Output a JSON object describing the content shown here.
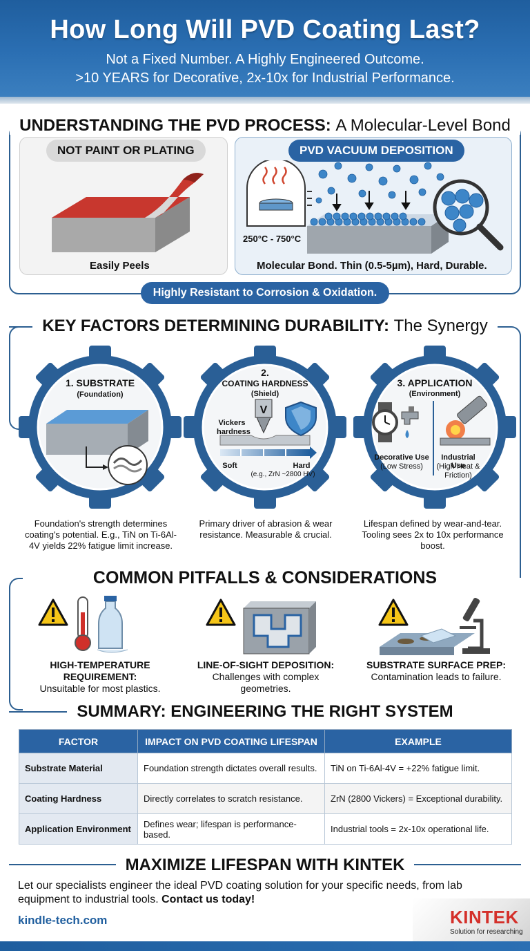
{
  "header": {
    "title": "How Long Will PVD Coating Last?",
    "subtitle_1": "Not a Fixed Number. A Highly Engineered Outcome.",
    "subtitle_2": ">10 YEARS for Decorative, 2x-10x for Industrial Performance."
  },
  "process": {
    "title_bold": "UNDERSTANDING THE PVD PROCESS:",
    "title_light": "A Molecular-Level Bond",
    "left_label": "NOT PAINT OR PLATING",
    "left_caption": "Easily Peels",
    "right_label": "PVD VACUUM DEPOSITION",
    "temperature": "250°C - 750°C",
    "right_caption": "Molecular Bond. Thin (0.5-5µm), Hard, Durable.",
    "banner": "Highly Resistant to Corrosion & Oxidation."
  },
  "factors": {
    "title_bold": "KEY FACTORS DETERMINING DURABILITY:",
    "title_light": "The Synergy",
    "items": [
      {
        "label": "1. SUBSTRATE",
        "sub": "(Foundation)",
        "description": "Foundation's strength determines coating's potential. E.g., TiN on Ti-6Al-4V yields 22% fatigue limit increase."
      },
      {
        "label_num": "2.",
        "label": "COATING HARDNESS",
        "sub": "(Shield)",
        "vickers": "Vickers hardness",
        "soft": "Soft",
        "hard": "Hard",
        "example": "(e.g., ZrN ~2800 HV)",
        "description": "Primary driver of abrasion & wear resistance. Measurable & crucial."
      },
      {
        "label": "3. APPLICATION",
        "sub": "(Environment)",
        "decorative": "Decorative Use",
        "decorative_sub": "(Low Stress)",
        "industrial": "Industrial Use",
        "industrial_sub": "(High Heat & Friction)",
        "description": "Lifespan defined by wear-and-tear. Tooling sees 2x to 10x performance boost."
      }
    ]
  },
  "pitfalls": {
    "title": "COMMON PITFALLS & CONSIDERATIONS",
    "items": [
      {
        "title": "HIGH-TEMPERATURE REQUIREMENT:",
        "text": "Unsuitable for most plastics."
      },
      {
        "title": "LINE-OF-SIGHT DEPOSITION:",
        "text": "Challenges with complex geometries."
      },
      {
        "title": "SUBSTRATE SURFACE PREP:",
        "text": "Contamination leads to failure."
      }
    ]
  },
  "summary": {
    "title": "SUMMARY: ENGINEERING THE RIGHT SYSTEM",
    "headers": [
      "FACTOR",
      "IMPACT ON PVD COATING LIFESPAN",
      "EXAMPLE"
    ],
    "rows": [
      [
        "Substrate Material",
        "Foundation strength dictates overall results.",
        "TiN on Ti-6Al-4V = +22% fatigue limit."
      ],
      [
        "Coating Hardness",
        "Directly correlates to scratch resistance.",
        "ZrN (2800 Vickers) = Exceptional durability."
      ],
      [
        "Application Environment",
        "Defines wear; lifespan is performance-based.",
        "Industrial tools = 2x-10x operational life."
      ]
    ]
  },
  "cta": {
    "title": "MAXIMIZE LIFESPAN WITH KINTEK",
    "text": "Let our specialists engineer the ideal PVD coating solution for your specific needs, from lab equipment to industrial tools.",
    "bold": "Contact us today!",
    "site": "kindle-tech.com",
    "logo": "KINTEK",
    "logo_sub": "Solution for researching"
  },
  "colors": {
    "brand_blue": "#2a63a3",
    "logo_red": "#d4302a",
    "warning_yellow": "#f5c518"
  }
}
